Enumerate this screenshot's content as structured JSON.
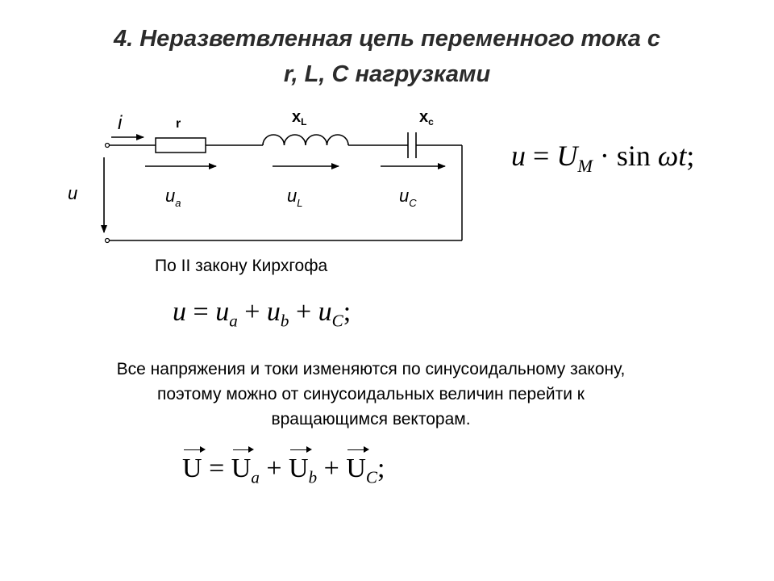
{
  "slide": {
    "title_line1": "4. Неразветвленная цепь переменного тока с",
    "title_line2": "r, L, C нагрузками",
    "kirchhoff_label": "По II закону Кирхгофа",
    "paragraph": [
      "Все напряжения и токи изменяются по синусоидальному закону,",
      "поэтому можно от синусоидальных величин перейти к",
      "вращающимся векторам."
    ]
  },
  "circuit": {
    "current_label": "i",
    "source_voltage_label": "u",
    "resistor_label": "r",
    "inductor_label": "x",
    "inductor_sub": "L",
    "capacitor_label": "x",
    "capacitor_sub": "c",
    "ua_main": "u",
    "ua_sub": "a",
    "ul_main": "u",
    "ul_sub": "L",
    "uc_main": "u",
    "uc_sub": "C"
  },
  "formulas": {
    "f1": {
      "u": "u",
      "eq": " = ",
      "U": "U",
      "sub_M": "M",
      "dot": " · ",
      "sin": "sin",
      "omega_t": " ωt",
      "end": ";"
    },
    "f2": {
      "u": "u",
      "eq": " = ",
      "u1": "u",
      "s1": "a",
      "p1": " + ",
      "u2": "u",
      "s2": "b",
      "p2": " + ",
      "u3": "u",
      "s3": "C",
      "end": ";"
    },
    "f3": {
      "U0": "U",
      "eq": " = ",
      "U1": "U",
      "s1": "a",
      "p1": " + ",
      "U2": "U",
      "s2": "b",
      "p2": " + ",
      "U3": "U",
      "s3": "C",
      "end": ";"
    }
  }
}
